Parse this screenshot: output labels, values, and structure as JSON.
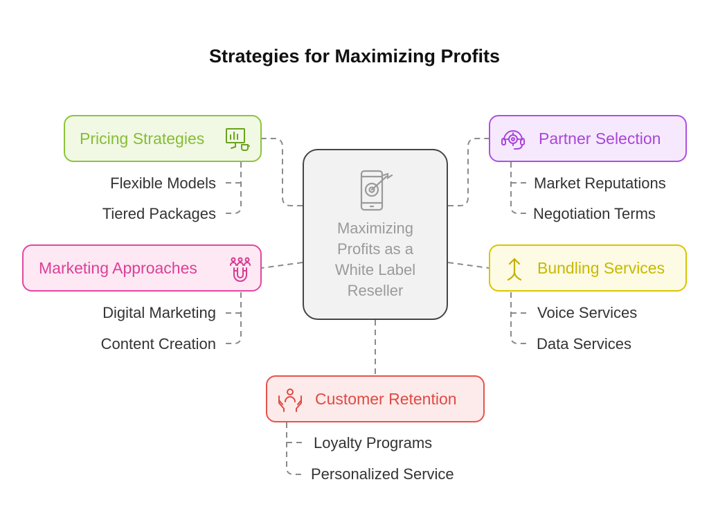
{
  "title": "Strategies for Maximizing Profits",
  "center": {
    "lines": [
      "Maximizing",
      "Profits as a",
      "White Label",
      "Reseller"
    ],
    "icon": "mobile-target-icon"
  },
  "nodes": {
    "pricing": {
      "label": "Pricing Strategies",
      "icon": "presentation-chart-icon",
      "color": "#8cc43c",
      "fill": "#f1f8e4",
      "items": [
        "Flexible Models",
        "Tiered Packages"
      ]
    },
    "marketing": {
      "label": "Marketing Approaches",
      "icon": "magnet-people-icon",
      "color": "#e0479e",
      "fill": "#fde8f3",
      "items": [
        "Digital Marketing",
        "Content Creation"
      ]
    },
    "partner": {
      "label": "Partner Selection",
      "icon": "headset-gear-icon",
      "color": "#b04ee0",
      "fill": "#f6e9fd",
      "items": [
        "Market Reputations",
        "Negotiation Terms"
      ]
    },
    "bundling": {
      "label": "Bundling Services",
      "icon": "merge-arrow-icon",
      "color": "#d7c600",
      "fill": "#fdfbe3",
      "items": [
        "Voice Services",
        "Data Services"
      ]
    },
    "retention": {
      "label": "Customer Retention",
      "icon": "hands-person-icon",
      "color": "#e5534b",
      "fill": "#fdeaea",
      "items": [
        "Loyalty Programs",
        "Personalized Service"
      ]
    }
  }
}
